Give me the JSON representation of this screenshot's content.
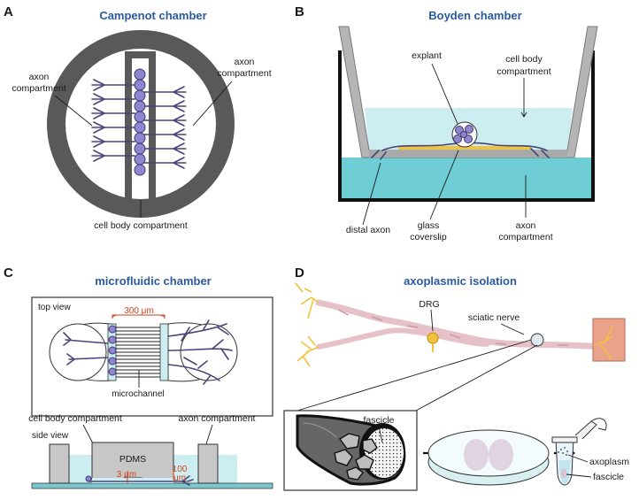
{
  "panels": {
    "A": {
      "letter": "A",
      "title": "Campenot chamber",
      "labels": {
        "axon_left": [
          "axon",
          "compartment"
        ],
        "axon_right": [
          "axon",
          "compartment"
        ],
        "cell_body": "cell body compartment"
      }
    },
    "B": {
      "letter": "B",
      "title": "Boyden chamber",
      "labels": {
        "explant": "explant",
        "cell_body": [
          "cell body",
          "compartment"
        ],
        "distal_axon": "distal axon",
        "glass": [
          "glass",
          "coverslip"
        ],
        "axon": [
          "axon",
          "compartment"
        ]
      }
    },
    "C": {
      "letter": "C",
      "title": "microfluidic chamber",
      "labels": {
        "top_view": "top view",
        "width": "300 μm",
        "microchannel": "microchannel",
        "cell_body": "cell body compartment",
        "axon": "axon compartment",
        "side_view": "side view",
        "pdms": "PDMS",
        "height": "3 μm",
        "depth": [
          "100",
          "μm"
        ]
      }
    },
    "D": {
      "letter": "D",
      "title": "axoplasmic isolation",
      "labels": {
        "drg": "DRG",
        "sciatic": "sciatic nerve",
        "fascicle_top": "fascicle",
        "axoplasm": "axoplasm",
        "fascicle_bottom": "fascicle"
      }
    }
  },
  "colors": {
    "title": "#2a5aa0",
    "medium": "#6fcdd6",
    "medium_light": "#cdeef1",
    "neuron": "#8f86cf",
    "coverslip": "#f2c23b",
    "measurement": "#d0421b",
    "dish_wall": "#595959"
  }
}
